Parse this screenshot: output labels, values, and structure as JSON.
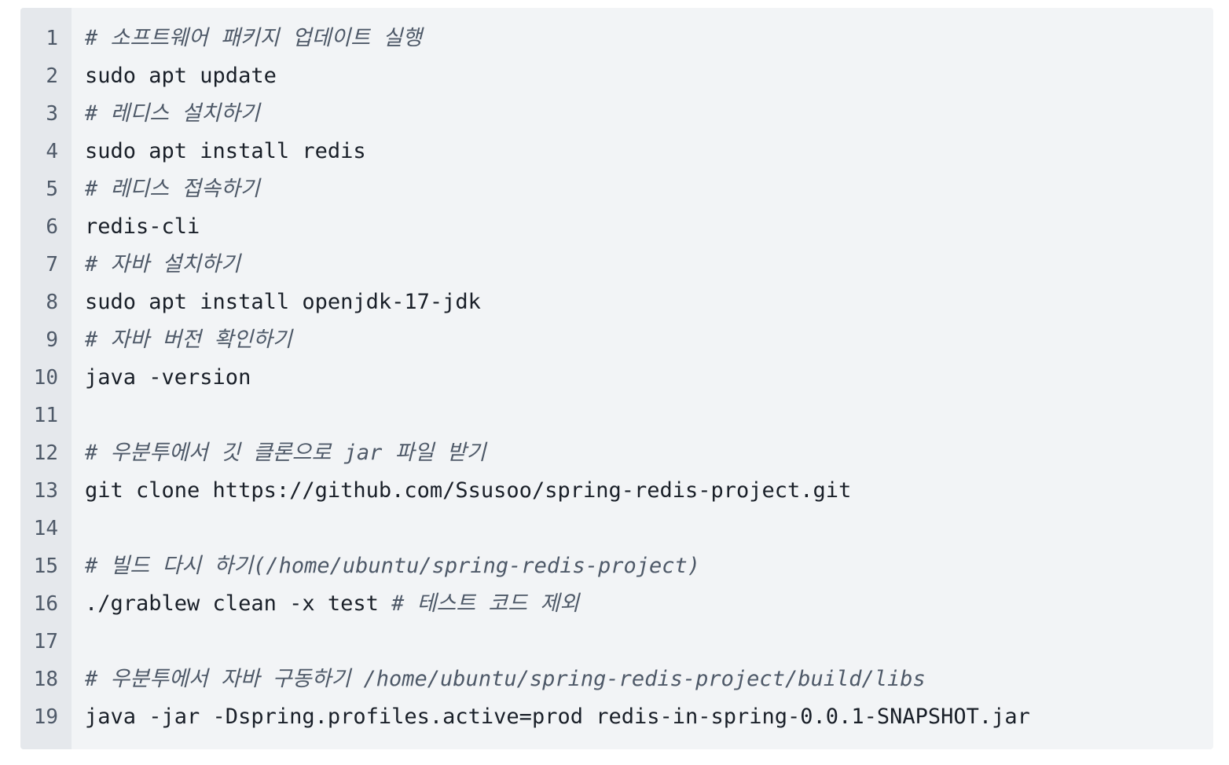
{
  "code_lines": [
    {
      "n": "1",
      "code": "",
      "comment": "# 소프트웨어 패키지 업데이트 실행"
    },
    {
      "n": "2",
      "code": "sudo apt update",
      "comment": ""
    },
    {
      "n": "3",
      "code": "",
      "comment": "# 레디스 설치하기"
    },
    {
      "n": "4",
      "code": "sudo apt install redis",
      "comment": ""
    },
    {
      "n": "5",
      "code": "",
      "comment": "# 레디스 접속하기"
    },
    {
      "n": "6",
      "code": "redis-cli",
      "comment": ""
    },
    {
      "n": "7",
      "code": "",
      "comment": "# 자바 설치하기"
    },
    {
      "n": "8",
      "code": "sudo apt install openjdk-17-jdk",
      "comment": ""
    },
    {
      "n": "9",
      "code": "",
      "comment": "# 자바 버전 확인하기"
    },
    {
      "n": "10",
      "code": "java -version",
      "comment": ""
    },
    {
      "n": "11",
      "code": "",
      "comment": ""
    },
    {
      "n": "12",
      "code": "",
      "comment": "# 우분투에서 깃 클론으로 jar 파일 받기"
    },
    {
      "n": "13",
      "code": "git clone https://github.com/Ssusoo/spring-redis-project.git",
      "comment": ""
    },
    {
      "n": "14",
      "code": "",
      "comment": ""
    },
    {
      "n": "15",
      "code": "",
      "comment": "# 빌드 다시 하기(/home/ubuntu/spring-redis-project)"
    },
    {
      "n": "16",
      "code": "./grablew clean -x test ",
      "comment": "# 테스트 코드 제외"
    },
    {
      "n": "17",
      "code": "",
      "comment": ""
    },
    {
      "n": "18",
      "code": "",
      "comment": "# 우분투에서 자바 구동하기 /home/ubuntu/spring-redis-project/build/libs"
    },
    {
      "n": "19",
      "code": "java -jar -Dspring.profiles.active=prod redis-in-spring-0.0.1-SNAPSHOT.jar",
      "comment": ""
    }
  ],
  "colors": {
    "code_background": "#f2f4f6",
    "gutter_background": "#e5e8ec",
    "code_text": "#191f28",
    "comment_text": "#4e5968"
  }
}
